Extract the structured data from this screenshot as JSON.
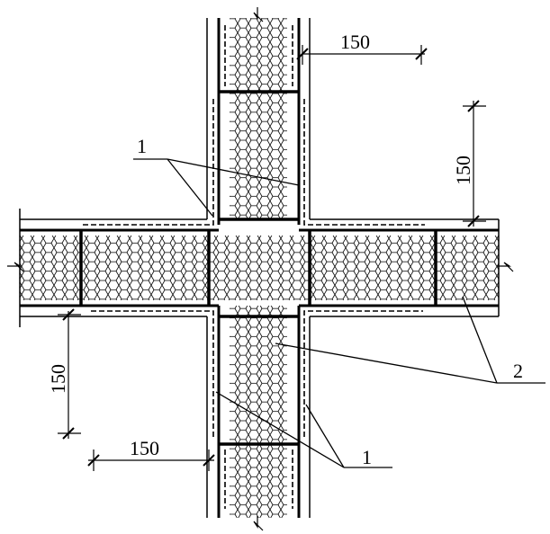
{
  "dimensions": {
    "top_right_horizontal": "150",
    "right_vertical": "150",
    "left_vertical": "150",
    "bottom_left_horizontal": "150"
  },
  "callouts": {
    "upper_left": "1",
    "lower_right": "1",
    "right": "2"
  },
  "colors": {
    "line": "#000000",
    "background": "#ffffff"
  }
}
